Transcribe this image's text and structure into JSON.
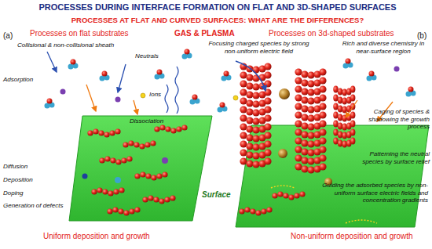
{
  "diagram": {
    "title": "PROCESSES DURING INTERFACE FORMATION ON FLAT AND 3D-SHAPED SURFACES",
    "labels": [
      "PROCESSES AT FLAT AND CURVED SURFACES: WHAT ARE THE DIFFERENCES?",
      "(a)",
      "Processes on flat substrates",
      "GAS & PLASMA",
      "Processes on 3d-shaped substrates",
      "(b)",
      "Collisional & non-collisional sheath",
      "Neutrals",
      "Adsorption",
      "Ions",
      "Dissociation",
      "Diffusion",
      "Deposition",
      "Doping",
      "Generation of defects",
      "Surface",
      "Uniform deposition and growth",
      "Focusing charged species by strong non-uniform electric field",
      "Rich and diverse chemistry in near-surface region",
      "Caging of species & shadowing the growth process",
      "Patterning the neutral species by surface relief",
      "Guiding the adsorbed species by non-uniform surface electric fields and concentration gradients",
      "Non-uniform deposition and growth"
    ]
  }
}
